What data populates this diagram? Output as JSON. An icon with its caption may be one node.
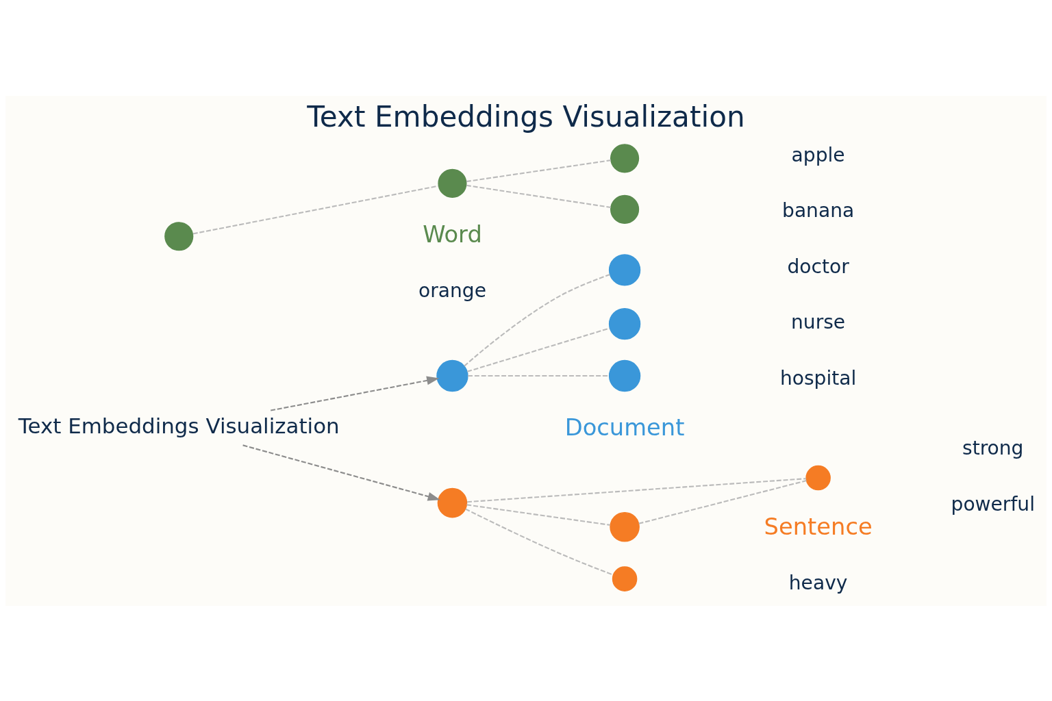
{
  "diagram": {
    "title": "Text Embeddings Visualization",
    "nodes": [
      {
        "text": [
          "Text Embeddings Visualization"
        ]
      },
      {
        "text": [],
        "shape": "circle"
      },
      {
        "text": [],
        "shape": "circle"
      },
      {
        "text": [],
        "shape": "circle"
      },
      {
        "text": [],
        "shape": "circle"
      },
      {
        "text": [],
        "shape": "circle"
      },
      {
        "text": [],
        "shape": "circle"
      },
      {
        "text": [],
        "shape": "circle"
      },
      {
        "text": [],
        "shape": "circle"
      },
      {
        "text": [],
        "shape": "circle"
      },
      {
        "text": [],
        "shape": "circle"
      },
      {
        "text": [],
        "shape": "circle"
      },
      {
        "text": [],
        "shape": "circle"
      }
    ],
    "edges": [
      {
        "from": 0,
        "to": 1,
        "arrow": "to",
        "style": "dashed",
        "color": "#8c8c8c"
      },
      {
        "from": 0,
        "to": 7,
        "arrow": "to",
        "style": "dashed",
        "color": "#8c8c8c"
      },
      {
        "from": 1,
        "to": 2,
        "arrow": "none",
        "style": "dashed"
      },
      {
        "from": 1,
        "to": 3,
        "arrow": "none",
        "style": "dashed"
      },
      {
        "from": 1,
        "to": 4,
        "arrow": "none",
        "style": "dashed"
      },
      {
        "from": 7,
        "to": 5,
        "arrow": "none",
        "style": "dashed"
      },
      {
        "from": 5,
        "to": 6,
        "arrow": "none",
        "style": "dashed"
      },
      {
        "from": 7,
        "to": 6,
        "arrow": "none",
        "style": "dashed"
      },
      {
        "from": 7,
        "to": 8,
        "arrow": "none",
        "style": "dashed"
      },
      {
        "from": 9,
        "to": 11,
        "arrow": "none",
        "style": "dashed"
      },
      {
        "from": 11,
        "to": 10,
        "arrow": "none",
        "style": "dashed"
      },
      {
        "from": 11,
        "to": 12,
        "arrow": "none",
        "style": "dashed"
      }
    ],
    "labels": [
      "Document",
      "doctor",
      "nurse",
      "hospital",
      "Sentence",
      "strong",
      "powerful",
      "heavy",
      "Word",
      "orange",
      "apple",
      "banana"
    ]
  }
}
